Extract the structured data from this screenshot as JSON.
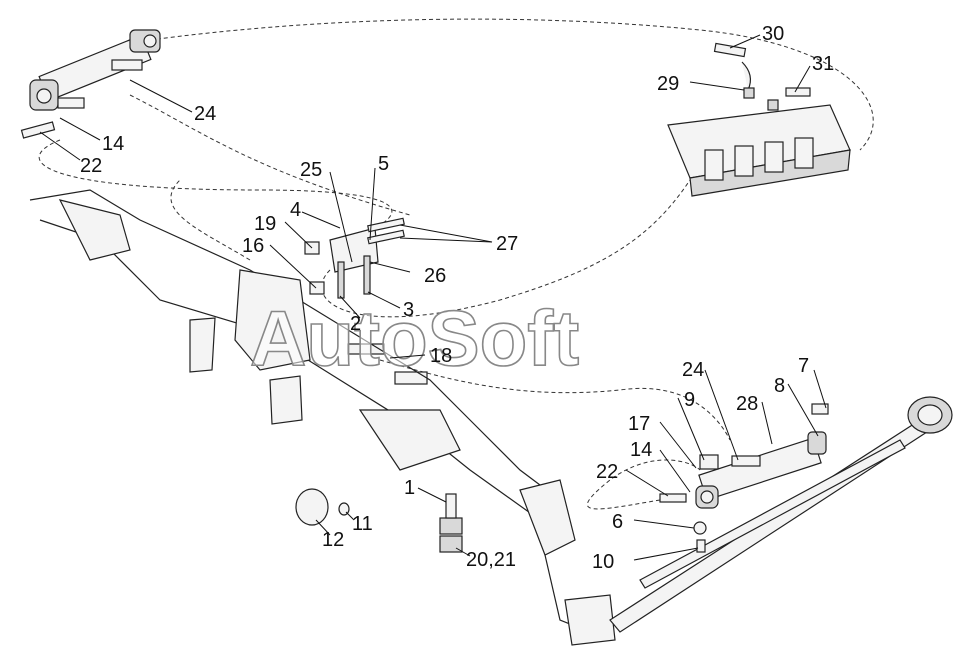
{
  "watermark": "AutoSoft",
  "callouts": {
    "c30": "30",
    "c31": "31",
    "c29": "29",
    "c24a": "24",
    "c14a": "14",
    "c22a": "22",
    "c5": "5",
    "c25": "25",
    "c4": "4",
    "c19": "19",
    "c27": "27",
    "c16": "16",
    "c26": "26",
    "c3": "3",
    "c2": "2",
    "c18": "18",
    "c24b": "24",
    "c7": "7",
    "c8": "8",
    "c28": "28",
    "c9": "9",
    "c17": "17",
    "c14b": "14",
    "c22b": "22",
    "c6": "6",
    "c10": "10",
    "c1": "1",
    "c11": "11",
    "c12": "12",
    "c2021": "20,21"
  }
}
